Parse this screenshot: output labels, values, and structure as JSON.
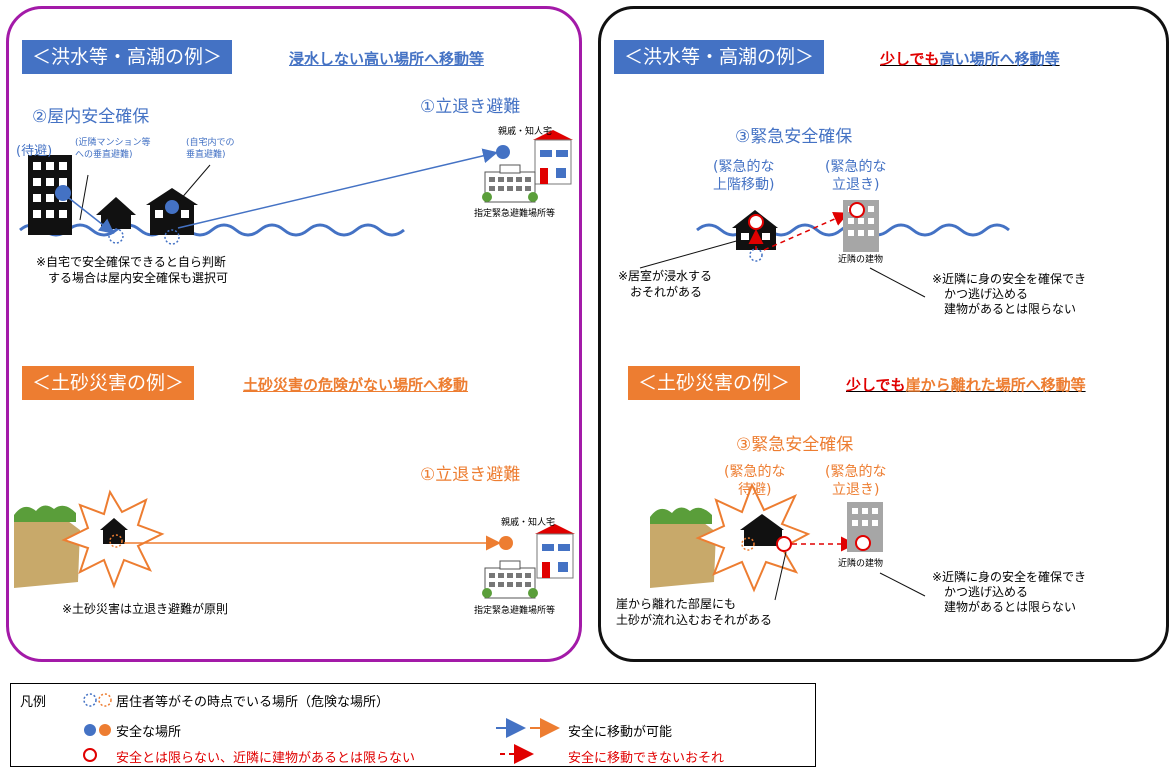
{
  "left": {
    "flood": {
      "banner": "＜洪水等・高潮の例＞",
      "action": "浸水しない高い場所へ移動等",
      "label_indoor": "②屋内安全確保",
      "label_evac": "①立退き避難",
      "taihi": "(待避)",
      "vertical1": "(近隣マンション等\nへの垂直避難)",
      "vertical2": "(自宅内での\n垂直避難)",
      "relative_home": "親戚・知人宅",
      "shelter": "指定緊急避難場所等",
      "note": "※自宅で安全確保できると自ら判断\n　する場合は屋内安全確保も選択可"
    },
    "landslide": {
      "banner": "＜土砂災害の例＞",
      "action": "土砂災害の危険がない場所へ移動",
      "label_evac": "①立退き避難",
      "relative_home": "親戚・知人宅",
      "shelter": "指定緊急避難場所等",
      "note": "※土砂災害は立退き避難が原則"
    }
  },
  "right": {
    "flood": {
      "banner": "＜洪水等・高潮の例＞",
      "action_prefix": "少しでも",
      "action_rest": "高い場所へ移動等",
      "label": "③緊急安全確保",
      "sub1": "(緊急的な\n上階移動)",
      "sub2": "(緊急的な\n立退き)",
      "neighbor": "近隣の建物",
      "note1": "※居室が浸水する\n　おそれがある",
      "note2": "※近隣に身の安全を確保でき\n　かつ逃げ込める\n　建物があるとは限らない"
    },
    "landslide": {
      "banner": "＜土砂災害の例＞",
      "action_prefix": "少しでも",
      "action_rest": "崖から離れた場所へ移動等",
      "label": "③緊急安全確保",
      "sub1": "(緊急的な\n待避)",
      "sub2": "(緊急的な\n立退き)",
      "neighbor": "近隣の建物",
      "note1": "崖から離れた部屋にも\n土砂が流れ込むおそれがある",
      "note2": "※近隣に身の安全を確保でき\n　かつ逃げ込める\n　建物があるとは限らない"
    }
  },
  "legend": {
    "title": "凡例",
    "row1": "居住者等がその時点でいる場所（危険な場所）",
    "row2": "安全な場所",
    "row3": "安全とは限らない、近隣に建物があるとは限らない",
    "row4": "安全に移動が可能",
    "row5": "安全に移動できないおそれ"
  },
  "colors": {
    "blue": "#4472c4",
    "orange": "#ed7d31",
    "red": "#e00000",
    "purple": "#a31aa8"
  }
}
